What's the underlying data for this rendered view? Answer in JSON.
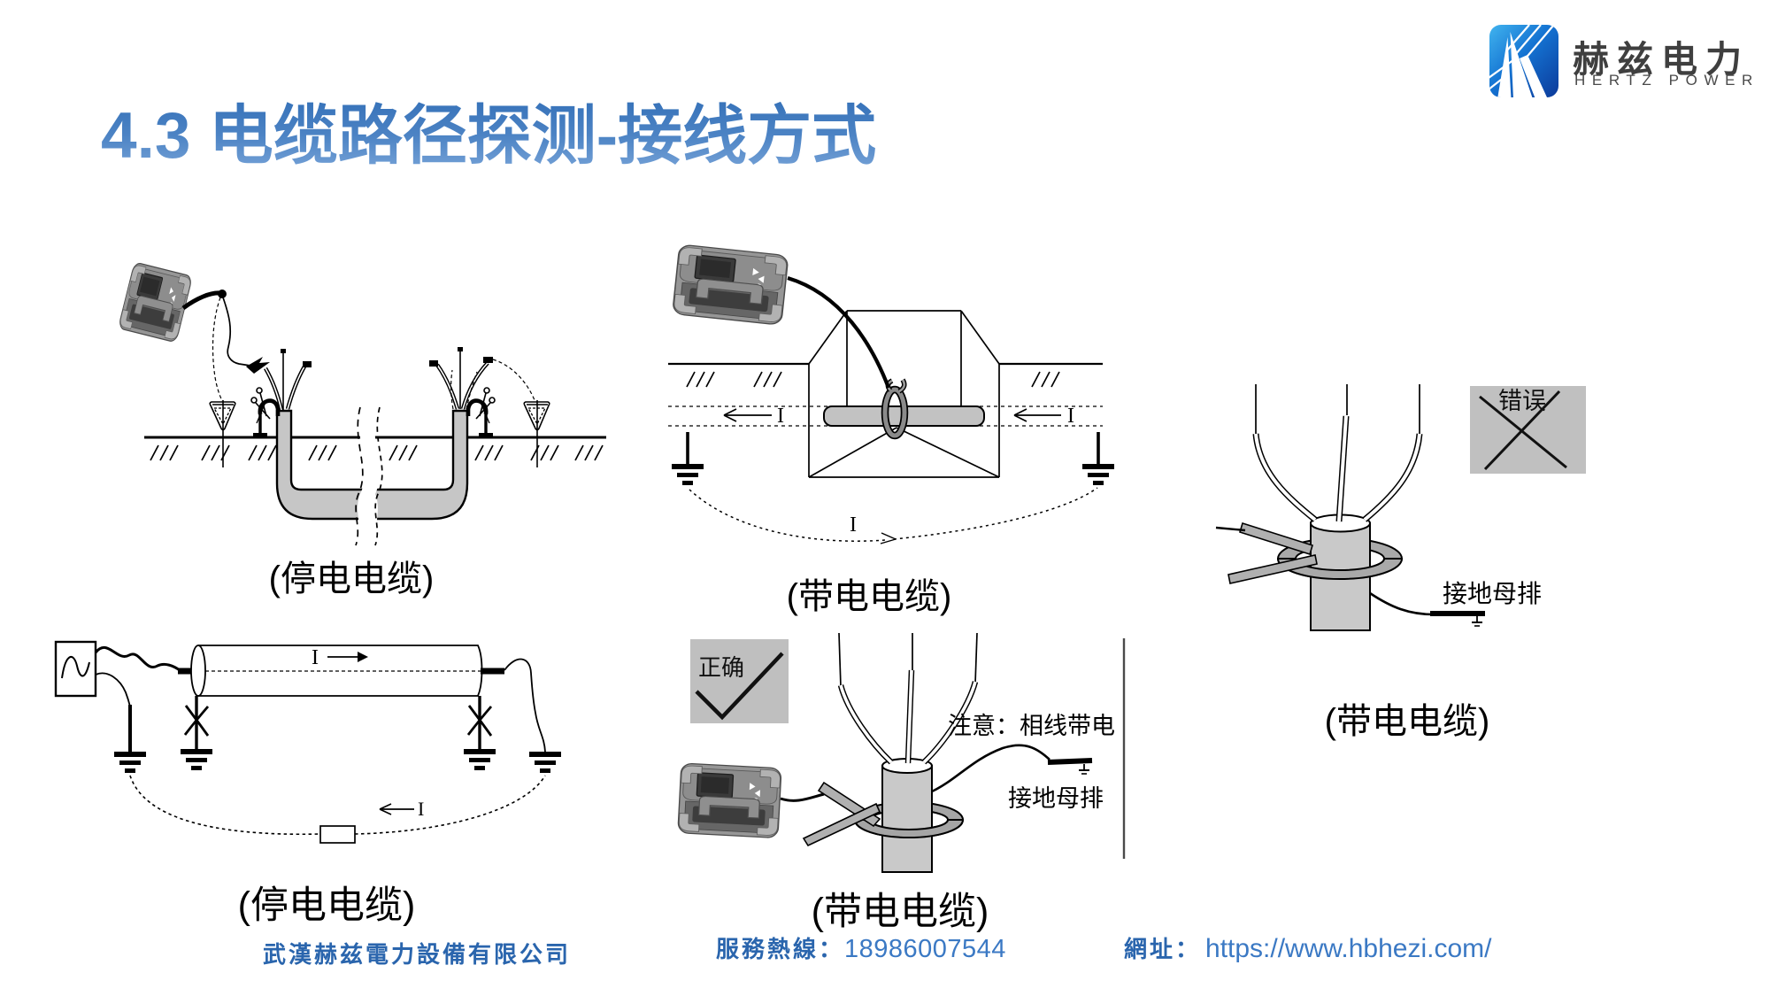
{
  "title": {
    "text": "4.3 电缆路径探测-接线方式"
  },
  "logo": {
    "name_cn": "赫兹电力",
    "name_en": "HERTZ POWER"
  },
  "diagrams": [
    {
      "id": "d1",
      "caption": "(停电电缆)"
    },
    {
      "id": "d2",
      "caption": "(带电电缆)",
      "current_label": "I"
    },
    {
      "id": "d3",
      "caption": "(带电电缆)",
      "wrong_label": "错误",
      "busbar_label": "接地母排"
    },
    {
      "id": "d4",
      "caption": "(停电电缆)",
      "current_label": "I"
    },
    {
      "id": "d5",
      "caption": "(带电电缆)",
      "correct_label": "正确",
      "note_label": "注意：相线带电",
      "busbar_label": "接地母排"
    }
  ],
  "footer": {
    "company": "武漢赫兹電力設備有限公司",
    "hotline_label": "服務熱線：",
    "hotline_number": "18986007544",
    "website_label": "網址：",
    "website_url": "https://www.hbhezi.com/"
  },
  "colors": {
    "title_top": "#2c6ab4",
    "title_bottom": "#7ca7da",
    "footer_blue": "#2a65ad",
    "footer_light_blue": "#3b79c4",
    "logo_blue_light": "#35a7e9",
    "logo_blue_dark": "#0d3f9c",
    "cable_gray": "#c6c6c6",
    "box_gray": "#c0c0c0"
  }
}
